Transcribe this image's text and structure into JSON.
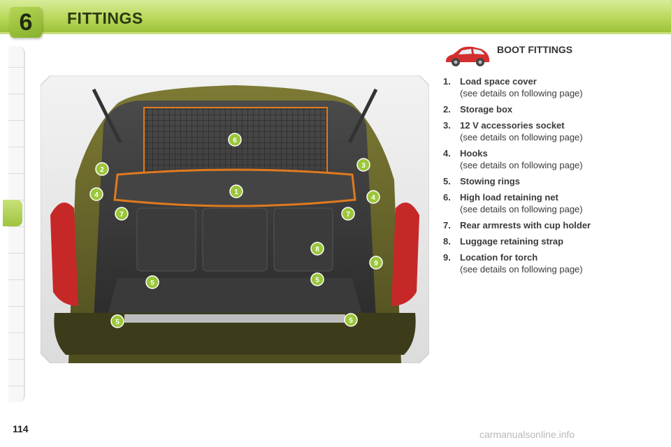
{
  "header": {
    "chapter_number": "6",
    "chapter_title": "FITTINGS"
  },
  "section": {
    "title": "BOOT FITTINGS",
    "icon": "car-icon"
  },
  "items": [
    {
      "num": "1.",
      "label": "Load space cover",
      "detail": "(see details on following page)"
    },
    {
      "num": "2.",
      "label": "Storage box",
      "detail": ""
    },
    {
      "num": "3.",
      "label": "12 V accessories socket",
      "detail": "(see details on following page)"
    },
    {
      "num": "4.",
      "label": "Hooks",
      "detail": "(see details on following page)"
    },
    {
      "num": "5.",
      "label": "Stowing rings",
      "detail": ""
    },
    {
      "num": "6.",
      "label": "High load retaining net",
      "detail": "(see details on following page)"
    },
    {
      "num": "7.",
      "label": "Rear armrests with cup holder",
      "detail": ""
    },
    {
      "num": "8.",
      "label": "Luggage retaining strap",
      "detail": ""
    },
    {
      "num": "9.",
      "label": "Location for torch",
      "detail": "(see details on following page)"
    }
  ],
  "callouts": [
    "1",
    "2",
    "3",
    "4",
    "4",
    "5",
    "5",
    "5",
    "5",
    "6",
    "7",
    "7",
    "8",
    "9"
  ],
  "page_number": "114",
  "watermark": "carmanualsonline.info",
  "colors": {
    "header_green": "#b9d95a",
    "callout_green": "#9cc63b",
    "outline_orange": "#e07a1e",
    "car_olive": "#6b6a2a"
  }
}
